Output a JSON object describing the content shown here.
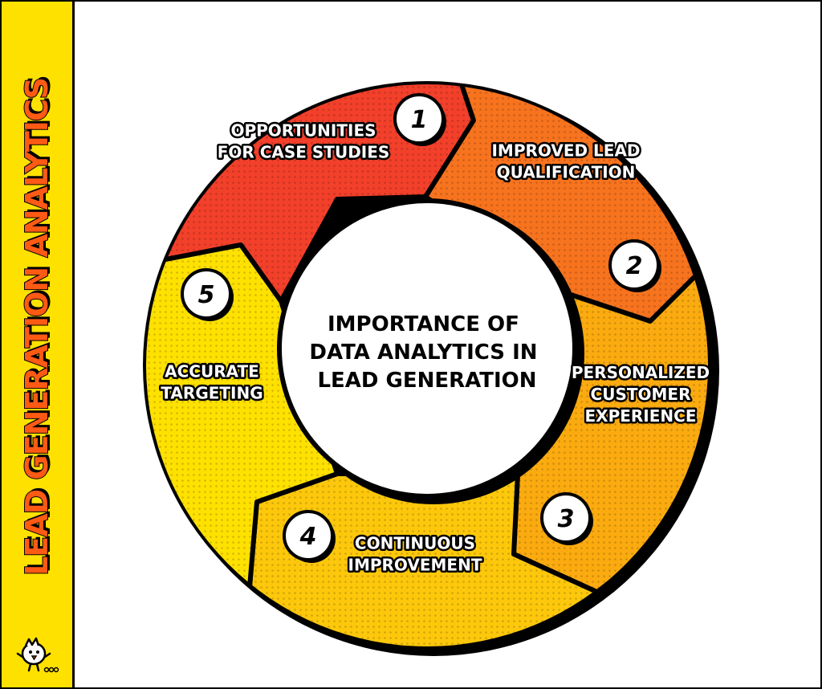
{
  "sidebar": {
    "title": "LEAD GENERATION ANALYTICS",
    "accent_color": "#ffe100",
    "title_color": "#ff5a14",
    "logo_icon": "chick-mascot-icon"
  },
  "center": {
    "lines": [
      "IMPORTANCE OF",
      "DATA ANALYTICS IN",
      "LEAD GENERATION"
    ]
  },
  "segments": [
    {
      "number": "1",
      "lines": [
        "OPPORTUNITIES",
        "FOR CASE STUDIES"
      ],
      "color": "#f2402a"
    },
    {
      "number": "2",
      "lines": [
        "IMPROVED LEAD",
        "QUALIFICATION"
      ],
      "color": "#f7731e"
    },
    {
      "number": "3",
      "lines": [
        "PERSONALIZED",
        "CUSTOMER",
        "EXPERIENCE"
      ],
      "color": "#fbab0f"
    },
    {
      "number": "4",
      "lines": [
        "CONTINUOUS",
        "IMPROVEMENT"
      ],
      "color": "#fdc80b"
    },
    {
      "number": "5",
      "lines": [
        "ACCURATE",
        "TARGETING"
      ],
      "color": "#ffe100"
    }
  ]
}
